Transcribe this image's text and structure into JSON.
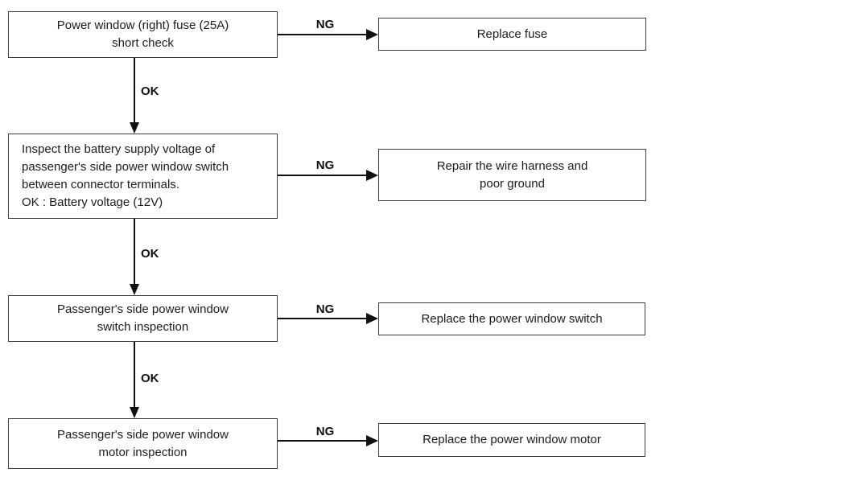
{
  "colors": {
    "background": "#ffffff",
    "box_border": "#3d3d3d",
    "connector_line": "#111111",
    "text": "#1c1c1c"
  },
  "flowchart": {
    "rows": [
      {
        "step": "Power window (right) fuse (25A)\nshort check",
        "ng_label": "NG",
        "result": "Replace fuse",
        "ok_label": "OK"
      },
      {
        "step": "Inspect the battery supply voltage of\npassenger's side power window switch\nbetween connector terminals.\nOK : Battery voltage (12V)",
        "ng_label": "NG",
        "result": "Repair the wire harness and\npoor ground",
        "ok_label": "OK"
      },
      {
        "step": "Passenger's side power window\nswitch inspection",
        "ng_label": "NG",
        "result": "Replace the power window switch",
        "ok_label": "OK"
      },
      {
        "step": "Passenger's side power window\nmotor inspection",
        "ng_label": "NG",
        "result": "Replace the power window motor"
      }
    ]
  }
}
